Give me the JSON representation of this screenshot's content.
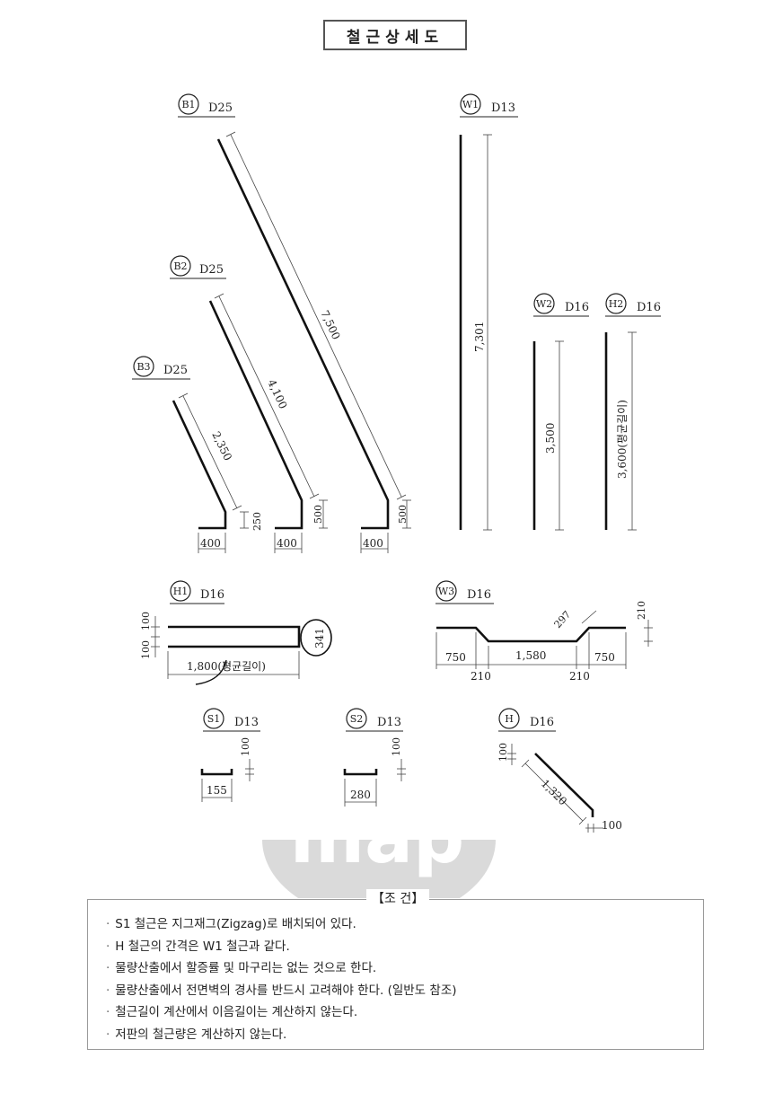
{
  "title": "철근상세도",
  "bars": {
    "B1": {
      "mark": "B1",
      "size": "D25",
      "length": "7,500",
      "hook": "500",
      "base": "400"
    },
    "B2": {
      "mark": "B2",
      "size": "D25",
      "length": "4,100",
      "hook": "500",
      "base": "400"
    },
    "B3": {
      "mark": "B3",
      "size": "D25",
      "length": "2,350",
      "hook": "250",
      "base": "400"
    },
    "W1": {
      "mark": "W1",
      "size": "D13",
      "length": "7,301"
    },
    "W2": {
      "mark": "W2",
      "size": "D16",
      "length": "3,500"
    },
    "H2": {
      "mark": "H2",
      "size": "D16",
      "length": "3,600(평균길이)"
    },
    "H1": {
      "mark": "H1",
      "size": "D16",
      "length": "1,800(평균길이)",
      "hook_top": "100",
      "hook_bottom": "100",
      "end": "341"
    },
    "W3": {
      "mark": "W3",
      "size": "D16",
      "left": "750",
      "middle": "1,580",
      "right": "750",
      "offset_left": "210",
      "offset_right": "210",
      "slope": "297",
      "rise": "210"
    },
    "S1": {
      "mark": "S1",
      "size": "D13",
      "width": "155",
      "leg": "100"
    },
    "S2": {
      "mark": "S2",
      "size": "D13",
      "width": "280",
      "leg": "100"
    },
    "H": {
      "mark": "H",
      "size": "D16",
      "length": "1,320",
      "hook_top": "100",
      "hook_bottom": "100"
    }
  },
  "conditions": {
    "title": "【조 건】",
    "items": [
      "S1 철근은 지그재그(Zigzag)로 배치되어 있다.",
      "H 철근의 간격은 W1 철근과 같다.",
      "물량산출에서 할증률 및 마구리는 없는 것으로 한다.",
      "물량산출에서 전면벽의 경사를 반드시 고려해야 한다. (일반도 참조)",
      "철근길이 계산에서 이음길이는 계산하지 않는다.",
      "저판의 철근량은 계산하지 않는다."
    ]
  }
}
